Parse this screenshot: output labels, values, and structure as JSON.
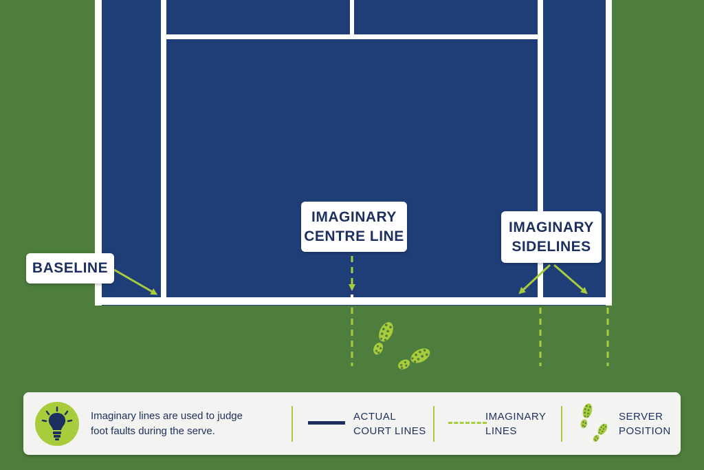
{
  "labels": {
    "baseline": "BASELINE",
    "centre_line_1": "IMAGINARY",
    "centre_line_2": "CENTRE LINE",
    "sidelines_1": "IMAGINARY",
    "sidelines_2": "SIDELINES"
  },
  "legend": {
    "note_line1": "Imaginary lines are used to judge",
    "note_line2": "foot faults during the serve.",
    "actual_line1": "ACTUAL",
    "actual_line2": "COURT LINES",
    "imaginary_line1": "IMAGINARY",
    "imaginary_line2": "LINES",
    "server_line1": "SERVER",
    "server_line2": "POSITION"
  },
  "icons": {
    "tip": "lightbulb-icon",
    "server": "footprints-icon"
  },
  "colors": {
    "grass": "#4d7e3e",
    "court": "#1f3e78",
    "lines": "#ffffff",
    "accent": "#a9cc3d",
    "text": "#1c2f5e"
  }
}
